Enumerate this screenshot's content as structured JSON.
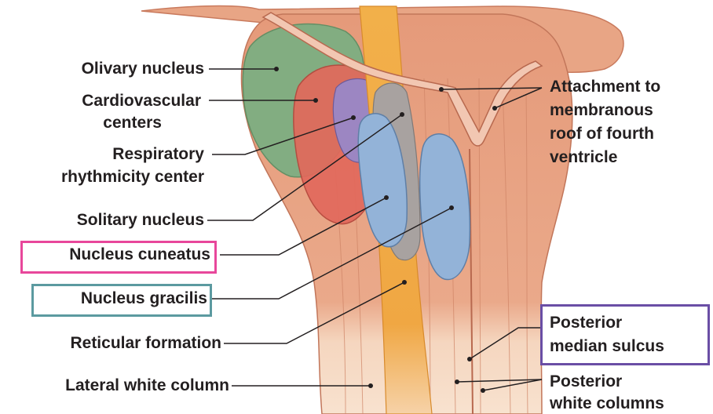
{
  "labels": {
    "olivary_nucleus": "Olivary nucleus",
    "cardiovascular_line1": "Cardiovascular",
    "cardiovascular_line2": "centers",
    "respiratory_line1": "Respiratory",
    "respiratory_line2": "rhythmicity center",
    "solitary_nucleus": "Solitary nucleus",
    "nucleus_cuneatus": "Nucleus cuneatus",
    "nucleus_gracilis": "Nucleus gracilis",
    "reticular_formation": "Reticular formation",
    "lateral_white_column": "Lateral white column",
    "attachment_line1": "Attachment to",
    "attachment_line2": "membranous",
    "attachment_line3": "roof of fourth",
    "attachment_line4": "ventricle",
    "posterior_median_line1": "Posterior",
    "posterior_median_line2": "median sulcus",
    "posterior_white_line1": "Posterior",
    "posterior_white_line2": "white columns"
  },
  "highlight_colors": {
    "nucleus_cuneatus": "#e8479b",
    "nucleus_gracilis": "#5b9aa0",
    "posterior_median_sulcus": "#6a4ea5"
  },
  "region_colors": {
    "tissue": "#e7a080",
    "olivary": "#7dae82",
    "cardiovascular": "#e2695c",
    "respiratory": "#9c86c2",
    "solitary": "#a8a2a0",
    "cuneatus_gracilis": "#93b3d8",
    "reticular": "#f0ad45",
    "white_columns": "#f6dcc4"
  }
}
